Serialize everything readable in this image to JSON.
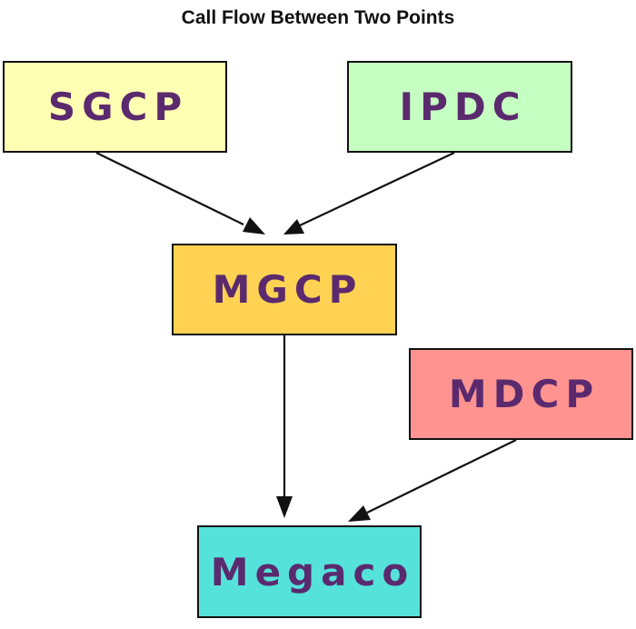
{
  "title": "Call Flow Between Two Points",
  "nodes": [
    {
      "id": "sgcp",
      "label": "SGCP",
      "color": "#ffffb3"
    },
    {
      "id": "ipdc",
      "label": "IPDC",
      "color": "#c6ffc2"
    },
    {
      "id": "mgcp",
      "label": "MGCP",
      "color": "#ffd254"
    },
    {
      "id": "mdcp",
      "label": "MDCP",
      "color": "#ff9390"
    },
    {
      "id": "megaco",
      "label": "Megaco",
      "color": "#55e2da"
    }
  ],
  "edges": [
    {
      "from": "sgcp",
      "to": "mgcp"
    },
    {
      "from": "ipdc",
      "to": "mgcp"
    },
    {
      "from": "mgcp",
      "to": "megaco"
    },
    {
      "from": "mdcp",
      "to": "megaco"
    }
  ],
  "style": {
    "label_color": "#5b2a6e",
    "border_color": "#111111",
    "arrow_color": "#111111"
  }
}
